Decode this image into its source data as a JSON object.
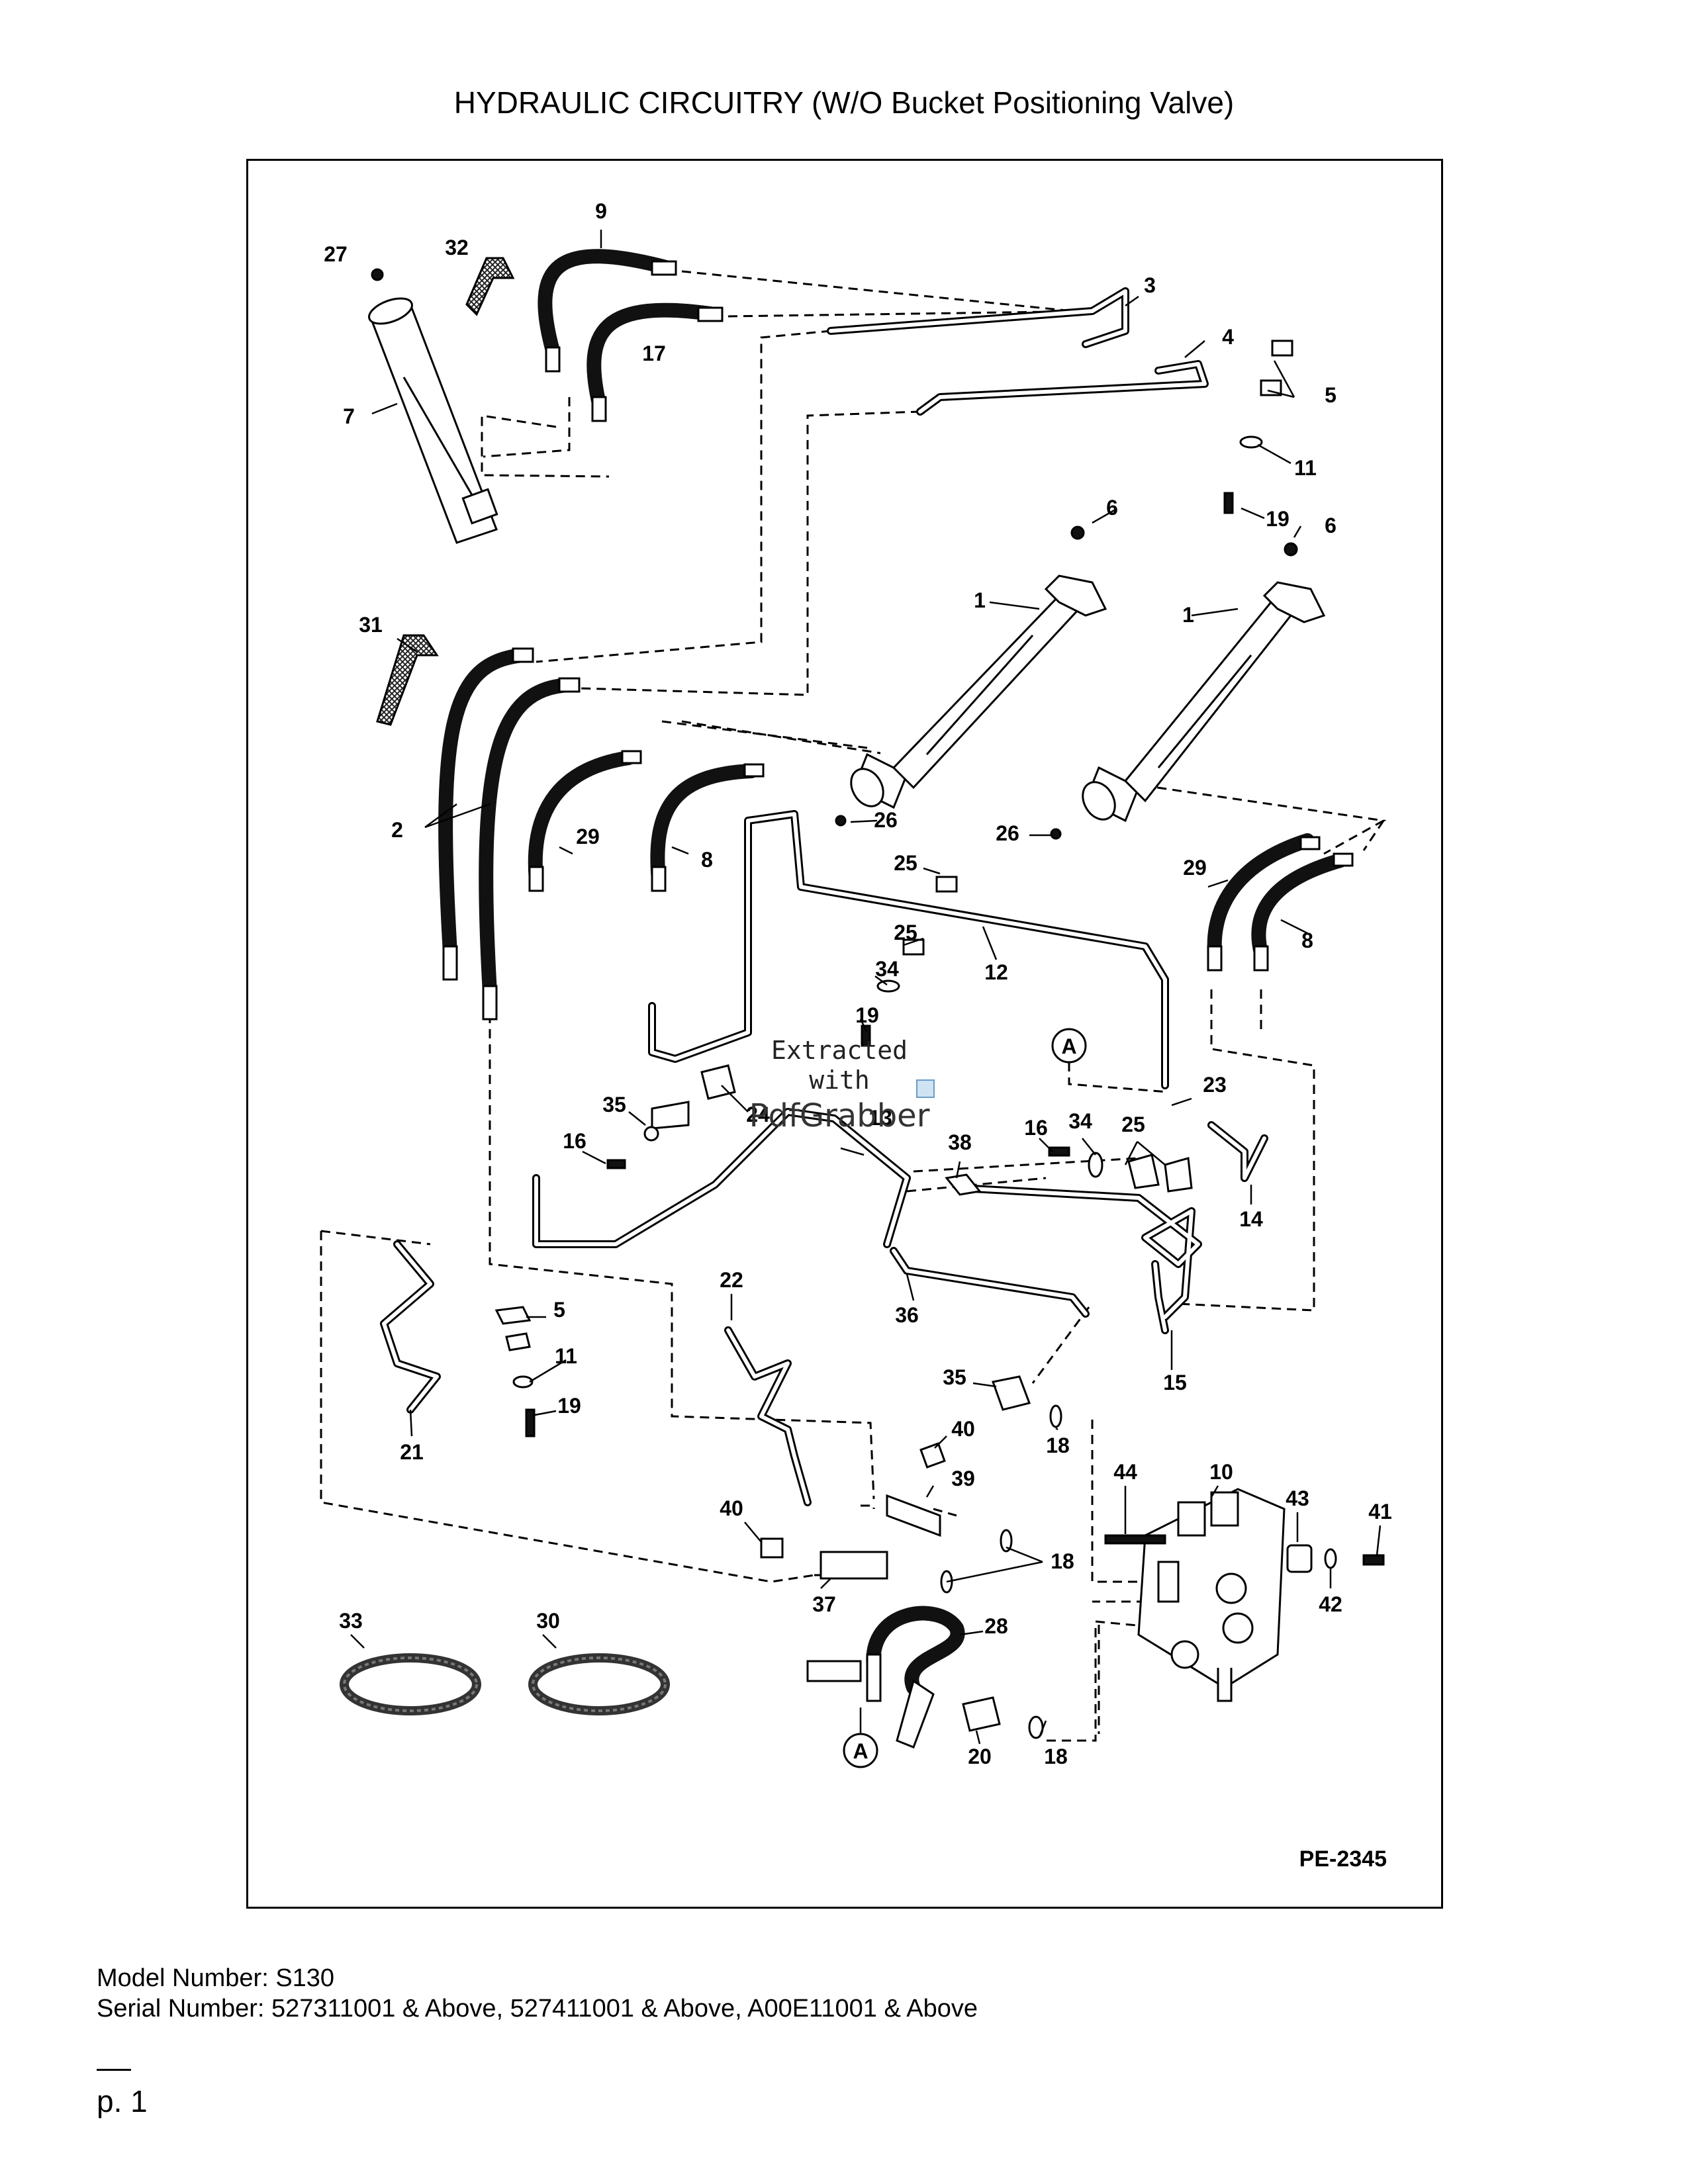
{
  "title": "HYDRAULIC CIRCUITRY (W/O Bucket Positioning Valve)",
  "figure_ref": "PE-2345",
  "watermark": {
    "line1": "Extracted",
    "line2": "with",
    "line3": "PdfGrabber"
  },
  "callout": "A",
  "parts": [
    {
      "id": "p27",
      "n": "27"
    },
    {
      "id": "p32",
      "n": "32"
    },
    {
      "id": "p9",
      "n": "9"
    },
    {
      "id": "p3",
      "n": "3"
    },
    {
      "id": "p4",
      "n": "4"
    },
    {
      "id": "p17",
      "n": "17"
    },
    {
      "id": "p7",
      "n": "7"
    },
    {
      "id": "p5a",
      "n": "5"
    },
    {
      "id": "p11a",
      "n": "11"
    },
    {
      "id": "p19a",
      "n": "19"
    },
    {
      "id": "p6a",
      "n": "6"
    },
    {
      "id": "p6b",
      "n": "6"
    },
    {
      "id": "p1a",
      "n": "1"
    },
    {
      "id": "p1b",
      "n": "1"
    },
    {
      "id": "p31",
      "n": "31"
    },
    {
      "id": "p2",
      "n": "2"
    },
    {
      "id": "p29a",
      "n": "29"
    },
    {
      "id": "p8a",
      "n": "8"
    },
    {
      "id": "p26a",
      "n": "26"
    },
    {
      "id": "p26b",
      "n": "26"
    },
    {
      "id": "p25a",
      "n": "25"
    },
    {
      "id": "p25b",
      "n": "25"
    },
    {
      "id": "p34a",
      "n": "34"
    },
    {
      "id": "p12",
      "n": "12"
    },
    {
      "id": "p19b",
      "n": "19"
    },
    {
      "id": "p29b",
      "n": "29"
    },
    {
      "id": "p8b",
      "n": "8"
    },
    {
      "id": "p23",
      "n": "23"
    },
    {
      "id": "p35a",
      "n": "35"
    },
    {
      "id": "p24",
      "n": "24"
    },
    {
      "id": "p13",
      "n": "13"
    },
    {
      "id": "p16a",
      "n": "16"
    },
    {
      "id": "p38",
      "n": "38"
    },
    {
      "id": "p16b",
      "n": "16"
    },
    {
      "id": "p34b",
      "n": "34"
    },
    {
      "id": "p25c",
      "n": "25"
    },
    {
      "id": "p14",
      "n": "14"
    },
    {
      "id": "p5b",
      "n": "5"
    },
    {
      "id": "p11b",
      "n": "11"
    },
    {
      "id": "p19c",
      "n": "19"
    },
    {
      "id": "p21",
      "n": "21"
    },
    {
      "id": "p22",
      "n": "22"
    },
    {
      "id": "p36",
      "n": "36"
    },
    {
      "id": "p15",
      "n": "15"
    },
    {
      "id": "p35b",
      "n": "35"
    },
    {
      "id": "p18a",
      "n": "18"
    },
    {
      "id": "p40a",
      "n": "40"
    },
    {
      "id": "p39",
      "n": "39"
    },
    {
      "id": "p44",
      "n": "44"
    },
    {
      "id": "p10",
      "n": "10"
    },
    {
      "id": "p43",
      "n": "43"
    },
    {
      "id": "p41",
      "n": "41"
    },
    {
      "id": "p40b",
      "n": "40"
    },
    {
      "id": "p18b",
      "n": "18"
    },
    {
      "id": "p42",
      "n": "42"
    },
    {
      "id": "p37",
      "n": "37"
    },
    {
      "id": "p33",
      "n": "33"
    },
    {
      "id": "p30",
      "n": "30"
    },
    {
      "id": "p28",
      "n": "28"
    },
    {
      "id": "p20",
      "n": "20"
    },
    {
      "id": "p18c",
      "n": "18"
    }
  ],
  "footer": {
    "model": "Model Number: S130",
    "serial": "Serial Number: 527311001 & Above, 527411001 & Above, A00E11001 & Above",
    "page": "p. 1"
  }
}
